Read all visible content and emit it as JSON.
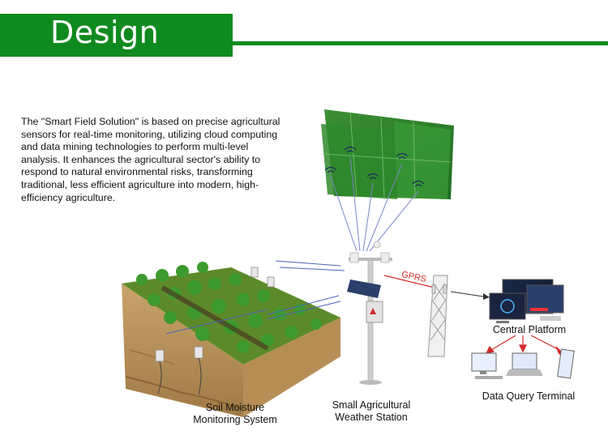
{
  "header": {
    "title": "Design"
  },
  "description": "The \"Smart Field Solution\" is based on precise agricultural sensors for real-time monitoring, utilizing cloud computing and data mining technologies to perform multi-level analysis. It enhances the agricultural sector's ability to respond to natural environmental risks, transforming traditional, less efficient agriculture into modern, high-efficiency agriculture.",
  "labels": {
    "soil_line1": "Soil Moisture",
    "soil_line2": "Monitoring System",
    "weather_line1": "Small Agricultural",
    "weather_line2": "Weather Station",
    "gprs": "GPRS",
    "central_platform": "Central Platform",
    "data_query_terminal": "Data Query Terminal"
  },
  "colors": {
    "brand_green": "#0f8a1e",
    "link_red": "#d42a2a",
    "signal_blue": "#4a63b8"
  }
}
